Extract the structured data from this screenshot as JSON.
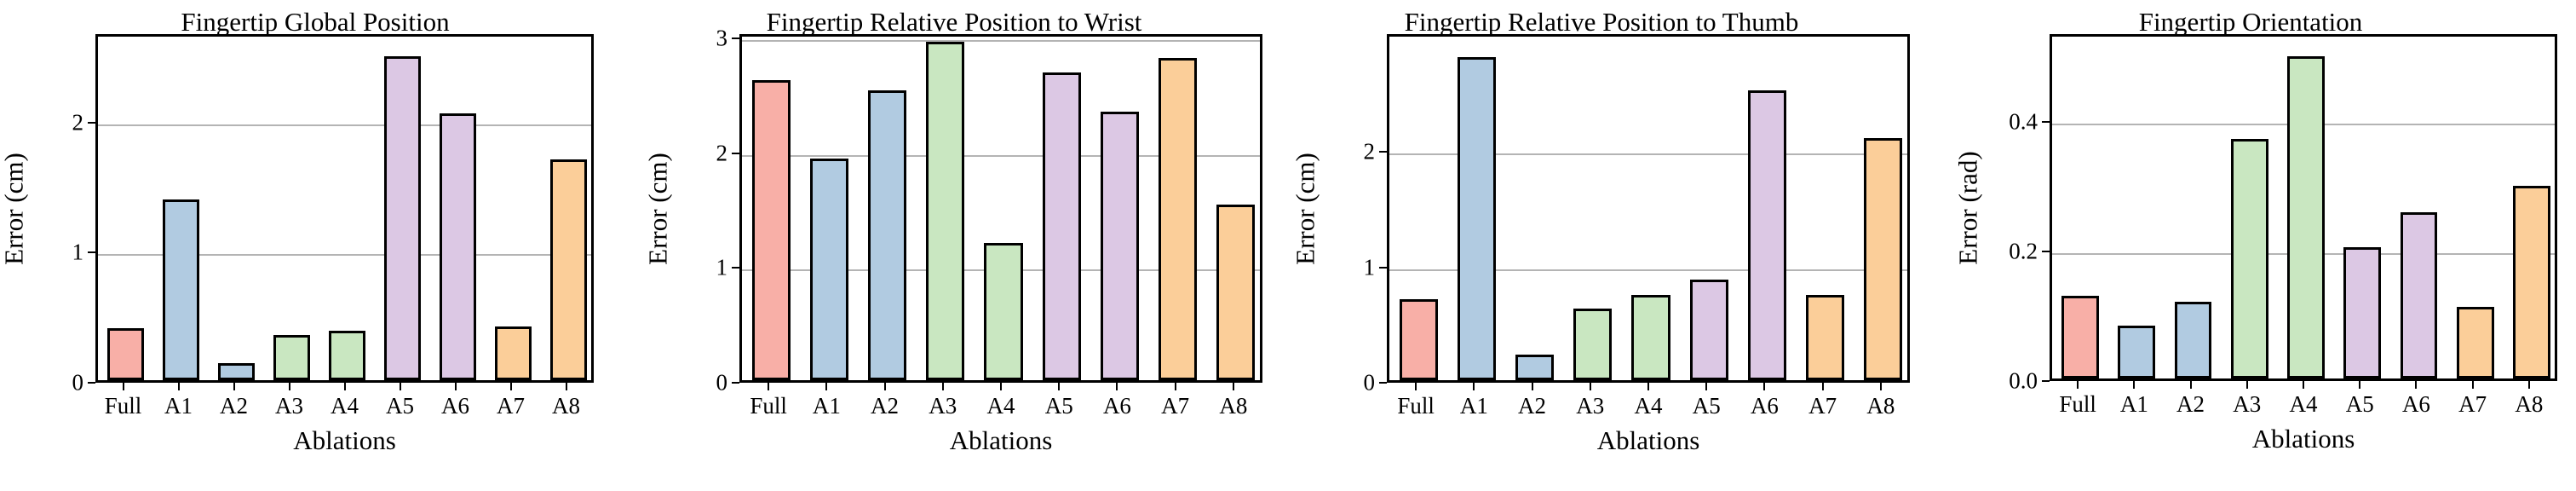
{
  "figure": {
    "xlabel": "Ablations",
    "categories": [
      "Full",
      "A1",
      "A2",
      "A3",
      "A4",
      "A5",
      "A6",
      "A7",
      "A8"
    ],
    "palette": {
      "red": "#f8afa7",
      "blue": "#b1cbe1",
      "green": "#c9e7c1",
      "purple": "#dcc8e4",
      "orange": "#fbce99",
      "edge": "#000000",
      "grid": "#b4b4b4"
    },
    "bar_colors": [
      "#f8afa7",
      "#b1cbe1",
      "#b1cbe1",
      "#c9e7c1",
      "#c9e7c1",
      "#dcc8e4",
      "#dcc8e4",
      "#fbce99",
      "#fbce99"
    ]
  },
  "chart_data": [
    {
      "type": "bar",
      "title": "Fingertip Global Position",
      "xlabel": "Ablations",
      "ylabel": "Error (cm)",
      "categories": [
        "Full",
        "A1",
        "A2",
        "A3",
        "A4",
        "A5",
        "A6",
        "A7",
        "A8"
      ],
      "values": [
        0.4,
        1.39,
        0.13,
        0.35,
        0.38,
        2.49,
        2.05,
        0.41,
        1.7
      ],
      "yticks": [
        0,
        1,
        2
      ],
      "ytick_labels": [
        "0",
        "1",
        "2"
      ],
      "ylim": [
        0,
        2.68
      ],
      "grid": true,
      "legend": "none"
    },
    {
      "type": "bar",
      "title": "Fingertip Relative Position to Wrist",
      "xlabel": "Ablations",
      "ylabel": "Error (cm)",
      "categories": [
        "Full",
        "A1",
        "A2",
        "A3",
        "A4",
        "A5",
        "A6",
        "A7",
        "A8"
      ],
      "values": [
        2.62,
        1.93,
        2.53,
        2.95,
        1.2,
        2.68,
        2.34,
        2.81,
        1.53
      ],
      "yticks": [
        0,
        1,
        2,
        3
      ],
      "ytick_labels": [
        "0",
        "1",
        "2",
        "3"
      ],
      "ylim": [
        0,
        3.04
      ],
      "grid": true,
      "legend": "none"
    },
    {
      "type": "bar",
      "title": "Fingertip Relative Position to Thumb",
      "xlabel": "Ablations",
      "ylabel": "Error (cm)",
      "categories": [
        "Full",
        "A1",
        "A2",
        "A3",
        "A4",
        "A5",
        "A6",
        "A7",
        "A8"
      ],
      "values": [
        0.7,
        2.8,
        0.22,
        0.62,
        0.74,
        0.87,
        2.51,
        0.74,
        2.1
      ],
      "yticks": [
        0,
        1,
        2
      ],
      "ytick_labels": [
        "0",
        "1",
        "2"
      ],
      "ylim": [
        0,
        3.02
      ],
      "grid": true,
      "legend": "none"
    },
    {
      "type": "bar",
      "title": "Fingertip Orientation",
      "xlabel": "Ablations",
      "ylabel": "Error (rad)",
      "categories": [
        "Full",
        "A1",
        "A2",
        "A3",
        "A4",
        "A5",
        "A6",
        "A7",
        "A8"
      ],
      "values": [
        0.127,
        0.082,
        0.118,
        0.37,
        0.497,
        0.202,
        0.257,
        0.11,
        0.297
      ],
      "yticks": [
        0.0,
        0.2,
        0.4
      ],
      "ytick_labels": [
        "0.0",
        "0.2",
        "0.4"
      ],
      "ylim": [
        0,
        0.535
      ],
      "grid": true,
      "legend": "none"
    }
  ]
}
